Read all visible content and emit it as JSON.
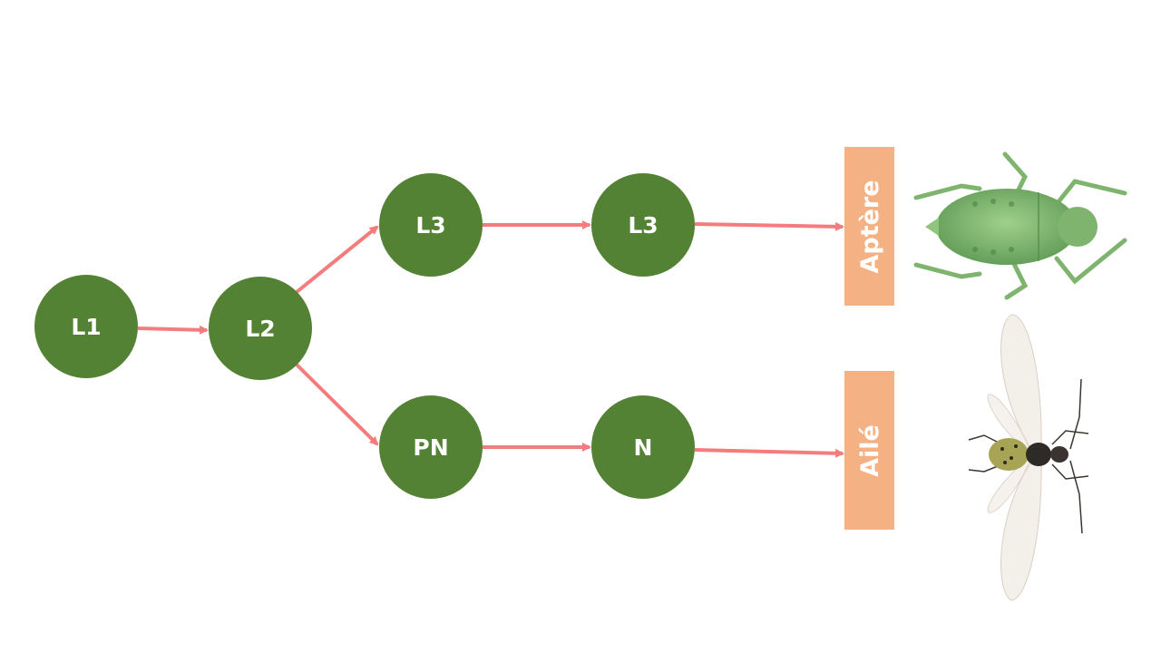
{
  "colors": {
    "node": "#548235",
    "arrow": "#f47c7c",
    "box": "#f4b183",
    "text": "#ffffff"
  },
  "nodes": {
    "l1": "L1",
    "l2": "L2",
    "l3_top": "L3",
    "l3_top2": "L3",
    "pn": "PN",
    "n": "N"
  },
  "outcomes": {
    "apterous": "Aptère",
    "winged": "Ailé"
  },
  "images": {
    "apterous": "green-wingless-aphid",
    "winged": "winged-aphid"
  }
}
